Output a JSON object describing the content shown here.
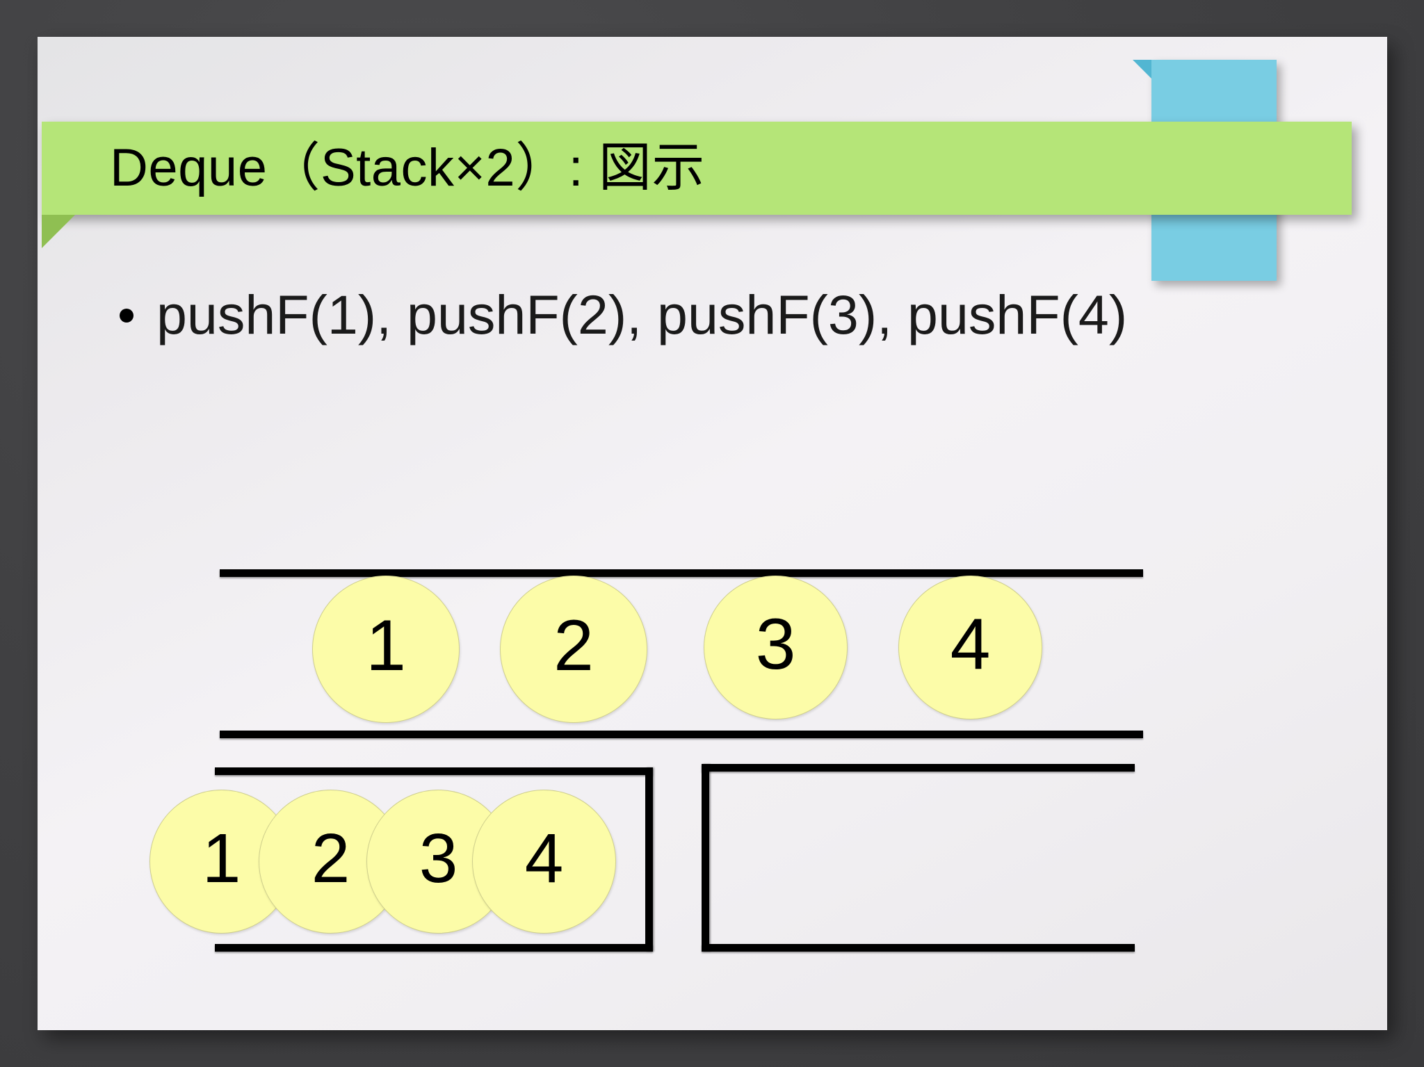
{
  "slide": {
    "title": "Deque（Stack×2）: 図示",
    "bullet": {
      "marker": "bullet-dot",
      "text": "pushF(1),  pushF(2), pushF(3), pushF(4)"
    }
  },
  "colors": {
    "background": "#414143",
    "slide": "#f0eef1",
    "title_band": "#b5e578",
    "title_band_fold": "#8fbf52",
    "accent_tab": "#79cde3",
    "accent_tab_fold": "#52b6d2",
    "token_fill": "#fcfca8",
    "token_stroke": "#cfcf8d",
    "line": "#000000",
    "text": "#000000"
  },
  "diagram": {
    "deque": {
      "name": "deque-channel",
      "tokens": [
        "1",
        "2",
        "3",
        "4"
      ]
    },
    "left_stack": {
      "name": "left-stack",
      "tokens": [
        "1",
        "2",
        "3",
        "4"
      ]
    },
    "right_stack": {
      "name": "right-stack",
      "tokens": []
    }
  }
}
